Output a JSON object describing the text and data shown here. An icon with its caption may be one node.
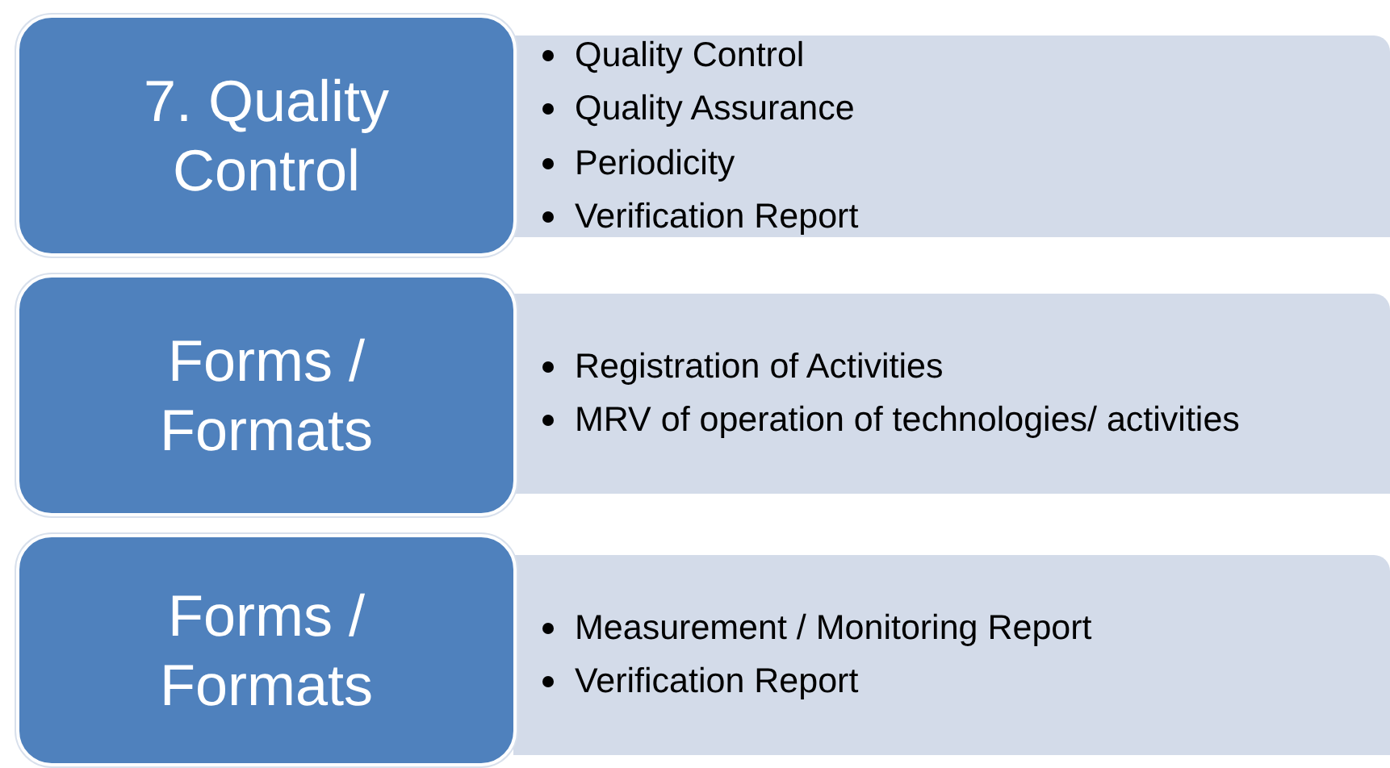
{
  "diagram": {
    "nodes": [
      {
        "text": [
          "7. Quality Control"
        ]
      },
      {
        "text": [
          "Quality Control",
          "Quality Assurance",
          "Periodicity",
          "Verification Report"
        ]
      },
      {
        "text": [
          "Forms / Formats"
        ]
      },
      {
        "text": [
          "Registration of Activities",
          "MRV of operation of technologies/ activities"
        ]
      },
      {
        "text": [
          "Forms / Formats"
        ]
      },
      {
        "text": [
          "Measurement / Monitoring Report",
          "Verification Report"
        ]
      }
    ]
  }
}
